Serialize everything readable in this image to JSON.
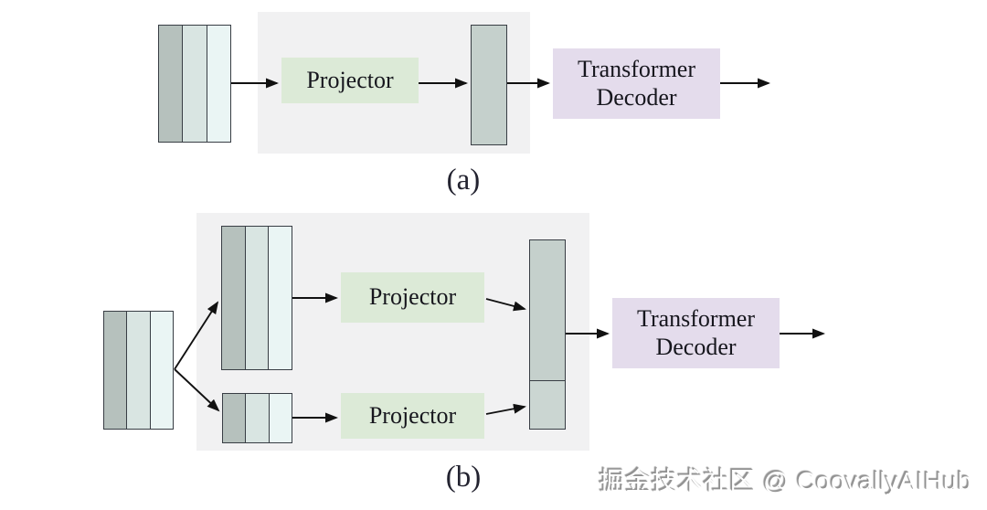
{
  "figure": {
    "panel_a": {
      "label": "(a)",
      "projector": "Projector",
      "decoder": "Transformer Decoder"
    },
    "panel_b": {
      "label": "(b)",
      "projector_top": "Projector",
      "projector_bottom": "Projector",
      "decoder": "Transformer Decoder"
    }
  },
  "watermark": "掘金技术社区 @ CoovallyAIHub",
  "colors": {
    "panel_bg": "#f1f1f2",
    "token_bar_dark": "#b6c1bd",
    "token_bar_mid": "#d9e5e2",
    "token_bar_light": "#eaf5f4",
    "feature_bar": "#c5d0cc",
    "feature_bar_2": "#cbd6d2",
    "projector_bg": "#dcead7",
    "decoder_bg": "#e4dcec",
    "stroke": "#383d44",
    "text": "#16161d",
    "arrow": "#111111"
  }
}
